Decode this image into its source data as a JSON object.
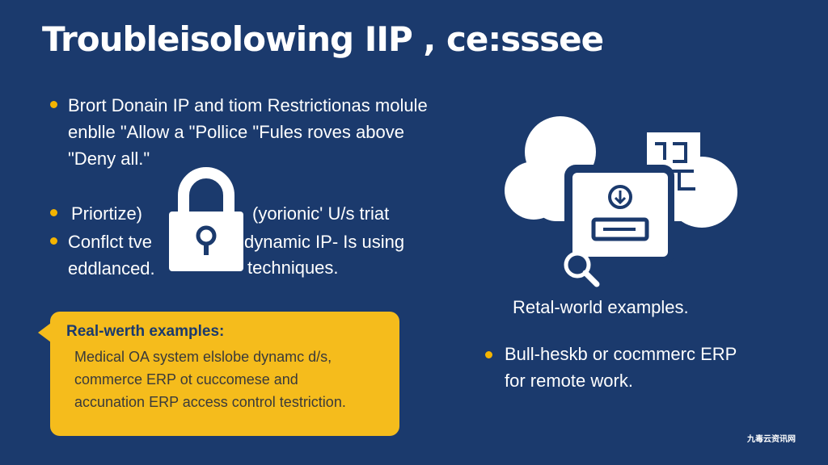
{
  "title": "Troubleisolowing IIP , ce:sssee",
  "left_bullets": [
    {
      "lines": [
        "Brort Donain IP and tiom Restrictionas molule",
        "enblle \"Allow a \"Pollice \"Fules roves above",
        "\"Deny all.\""
      ]
    },
    {
      "lines": [
        "Priortize)"
      ]
    },
    {
      "lines": [
        "Conflct tve",
        "edd​lanced."
      ]
    }
  ],
  "mid_text": {
    "line1": "(yorionic' U/s triat",
    "line2": "dynamic IP- Is using",
    "line3": "techniques."
  },
  "callout": {
    "title": "Real-werth examples:",
    "lines": [
      "Medical OA system elslobe dynamc d/s,",
      "commerce ERP ot cuccomese and",
      "accunation ERP access control testriction."
    ]
  },
  "right": {
    "caption": "Retal-world examples.",
    "bullet_lines": [
      "Bull-heskb or cocmmerc ERP",
      "for remote work."
    ]
  },
  "watermark": "九毒云资讯网",
  "colors": {
    "background": "#1b3a6d",
    "accent": "#f4b400",
    "callout_bg": "#f5bc1c",
    "text": "#ffffff"
  },
  "icons": [
    "padlock-icon",
    "cloud-icon",
    "document-icon",
    "download-icon",
    "magnifier-icon",
    "network-diagram-icon"
  ]
}
